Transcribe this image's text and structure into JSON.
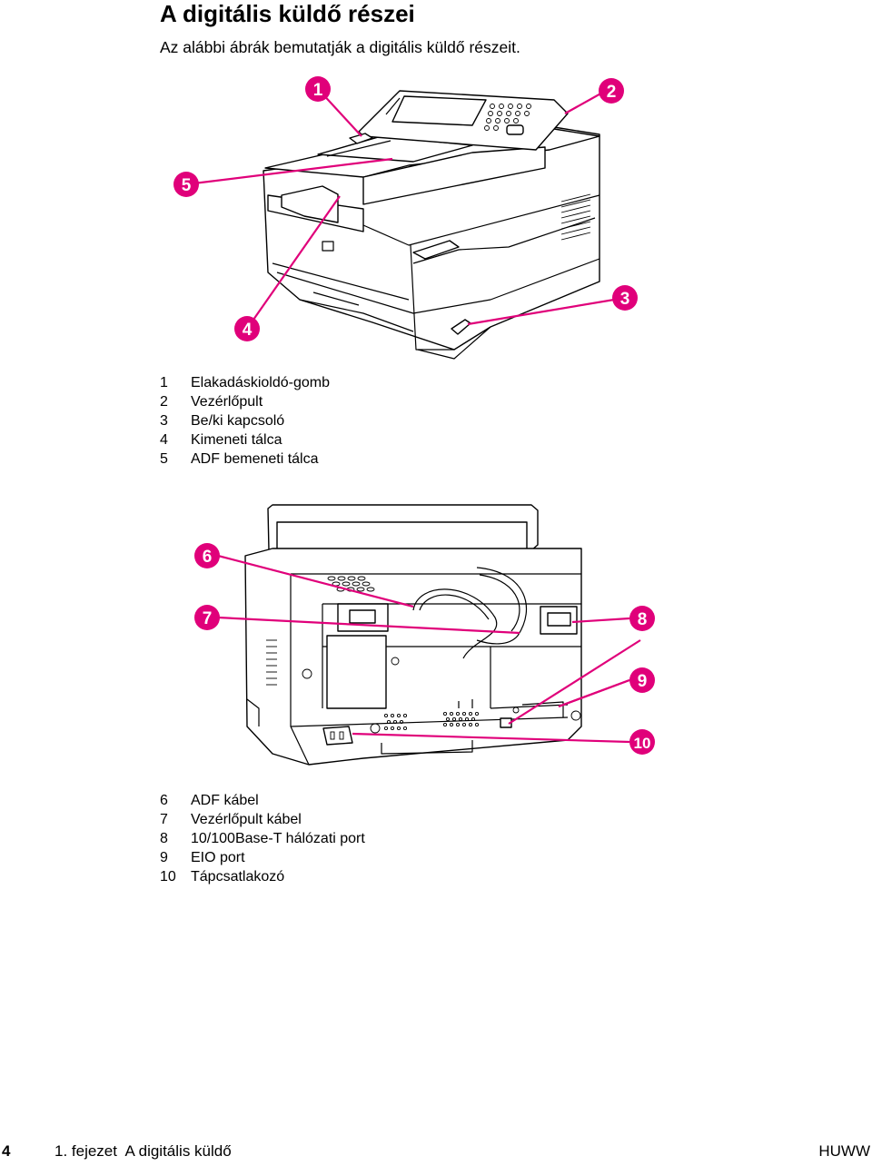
{
  "heading": "A digitális küldő részei",
  "intro": "Az alábbi ábrák bemutatják a digitális küldő részeit.",
  "figure_front": {
    "callouts": [
      "1",
      "2",
      "3",
      "4",
      "5"
    ],
    "legend": [
      {
        "num": "1",
        "label": "Elakadáskioldó-gomb"
      },
      {
        "num": "2",
        "label": "Vezérlőpult"
      },
      {
        "num": "3",
        "label": "Be/ki kapcsoló"
      },
      {
        "num": "4",
        "label": "Kimeneti tálca"
      },
      {
        "num": "5",
        "label": "ADF bemeneti tálca"
      }
    ]
  },
  "figure_back": {
    "callouts": [
      "6",
      "7",
      "8",
      "9",
      "10"
    ],
    "legend": [
      {
        "num": "6",
        "label": "ADF kábel"
      },
      {
        "num": "7",
        "label": "Vezérlőpult kábel"
      },
      {
        "num": "8",
        "label": "10/100Base-T hálózati port"
      },
      {
        "num": "9",
        "label": "EIO port"
      },
      {
        "num": "10",
        "label": "Tápcsatlakozó"
      }
    ]
  },
  "footer": {
    "page_number": "4",
    "chapter": "1. fejezet  A digitális küldő",
    "brand": "HUWW"
  },
  "colors": {
    "callout": "#e0007a"
  }
}
